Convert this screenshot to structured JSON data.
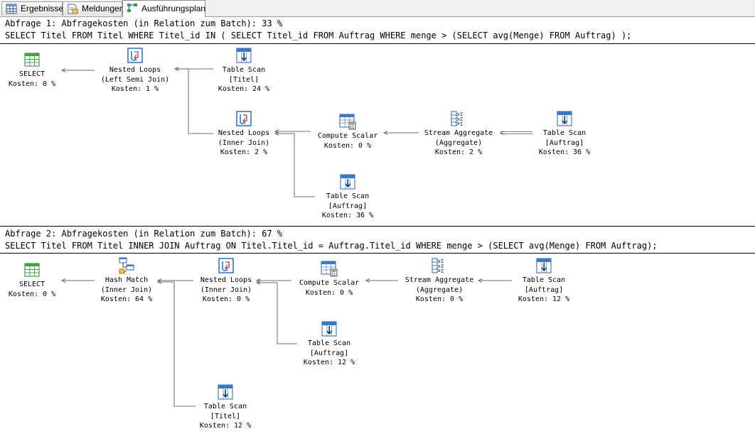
{
  "tabs": [
    {
      "label": "Ergebnisse",
      "icon": "results-grid-icon"
    },
    {
      "label": "Meldungen",
      "icon": "messages-icon"
    },
    {
      "label": "Ausführungsplan",
      "icon": "execution-plan-icon"
    }
  ],
  "queries": [
    {
      "title": "Abfrage 1: Abfragekosten (in Relation zum Batch): 33 %",
      "sql": "SELECT Titel FROM Titel WHERE Titel_id IN ( SELECT Titel_id FROM Auftrag WHERE menge > (SELECT avg(Menge) FROM Auftrag) );",
      "operators": [
        {
          "icon": "select-icon",
          "lines": [
            "SELECT",
            "Kosten: 0 %"
          ]
        },
        {
          "icon": "nested-loops-icon",
          "lines": [
            "Nested Loops",
            "(Left Semi Join)",
            "Kosten: 1 %"
          ]
        },
        {
          "icon": "table-scan-icon",
          "lines": [
            "Table Scan",
            "[Titel]",
            "Kosten: 24 %"
          ]
        },
        {
          "icon": "nested-loops-icon",
          "lines": [
            "Nested Loops",
            "(Inner Join)",
            "Kosten: 2 %"
          ]
        },
        {
          "icon": "compute-scalar-icon",
          "lines": [
            "Compute Scalar",
            "Kosten: 0 %"
          ]
        },
        {
          "icon": "stream-aggregate-icon",
          "lines": [
            "Stream Aggregate",
            "(Aggregate)",
            "Kosten: 2 %"
          ]
        },
        {
          "icon": "table-scan-icon",
          "lines": [
            "Table Scan",
            "[Auftrag]",
            "Kosten: 36 %"
          ]
        },
        {
          "icon": "table-scan-icon",
          "lines": [
            "Table Scan",
            "[Auftrag]",
            "Kosten: 36 %"
          ]
        }
      ]
    },
    {
      "title": "Abfrage 2: Abfragekosten (in Relation zum Batch): 67 %",
      "sql": "SELECT Titel FROM Titel INNER JOIN Auftrag ON Titel.Titel_id = Auftrag.Titel_id WHERE menge > (SELECT avg(Menge) FROM Auftrag);",
      "operators": [
        {
          "icon": "select-icon",
          "lines": [
            "SELECT",
            "Kosten: 0 %"
          ]
        },
        {
          "icon": "hash-match-icon",
          "lines": [
            "Hash Match",
            "(Inner Join)",
            "Kosten: 64 %"
          ]
        },
        {
          "icon": "nested-loops-icon",
          "lines": [
            "Nested Loops",
            "(Inner Join)",
            "Kosten: 0 %"
          ]
        },
        {
          "icon": "compute-scalar-icon",
          "lines": [
            "Compute Scalar",
            "Kosten: 0 %"
          ]
        },
        {
          "icon": "stream-aggregate-icon",
          "lines": [
            "Stream Aggregate",
            "(Aggregate)",
            "Kosten: 0 %"
          ]
        },
        {
          "icon": "table-scan-icon",
          "lines": [
            "Table Scan",
            "[Auftrag]",
            "Kosten: 12 %"
          ]
        },
        {
          "icon": "table-scan-icon",
          "lines": [
            "Table Scan",
            "[Auftrag]",
            "Kosten: 12 %"
          ]
        },
        {
          "icon": "table-scan-icon",
          "lines": [
            "Table Scan",
            "[Titel]",
            "Kosten: 12 %"
          ]
        }
      ]
    }
  ]
}
